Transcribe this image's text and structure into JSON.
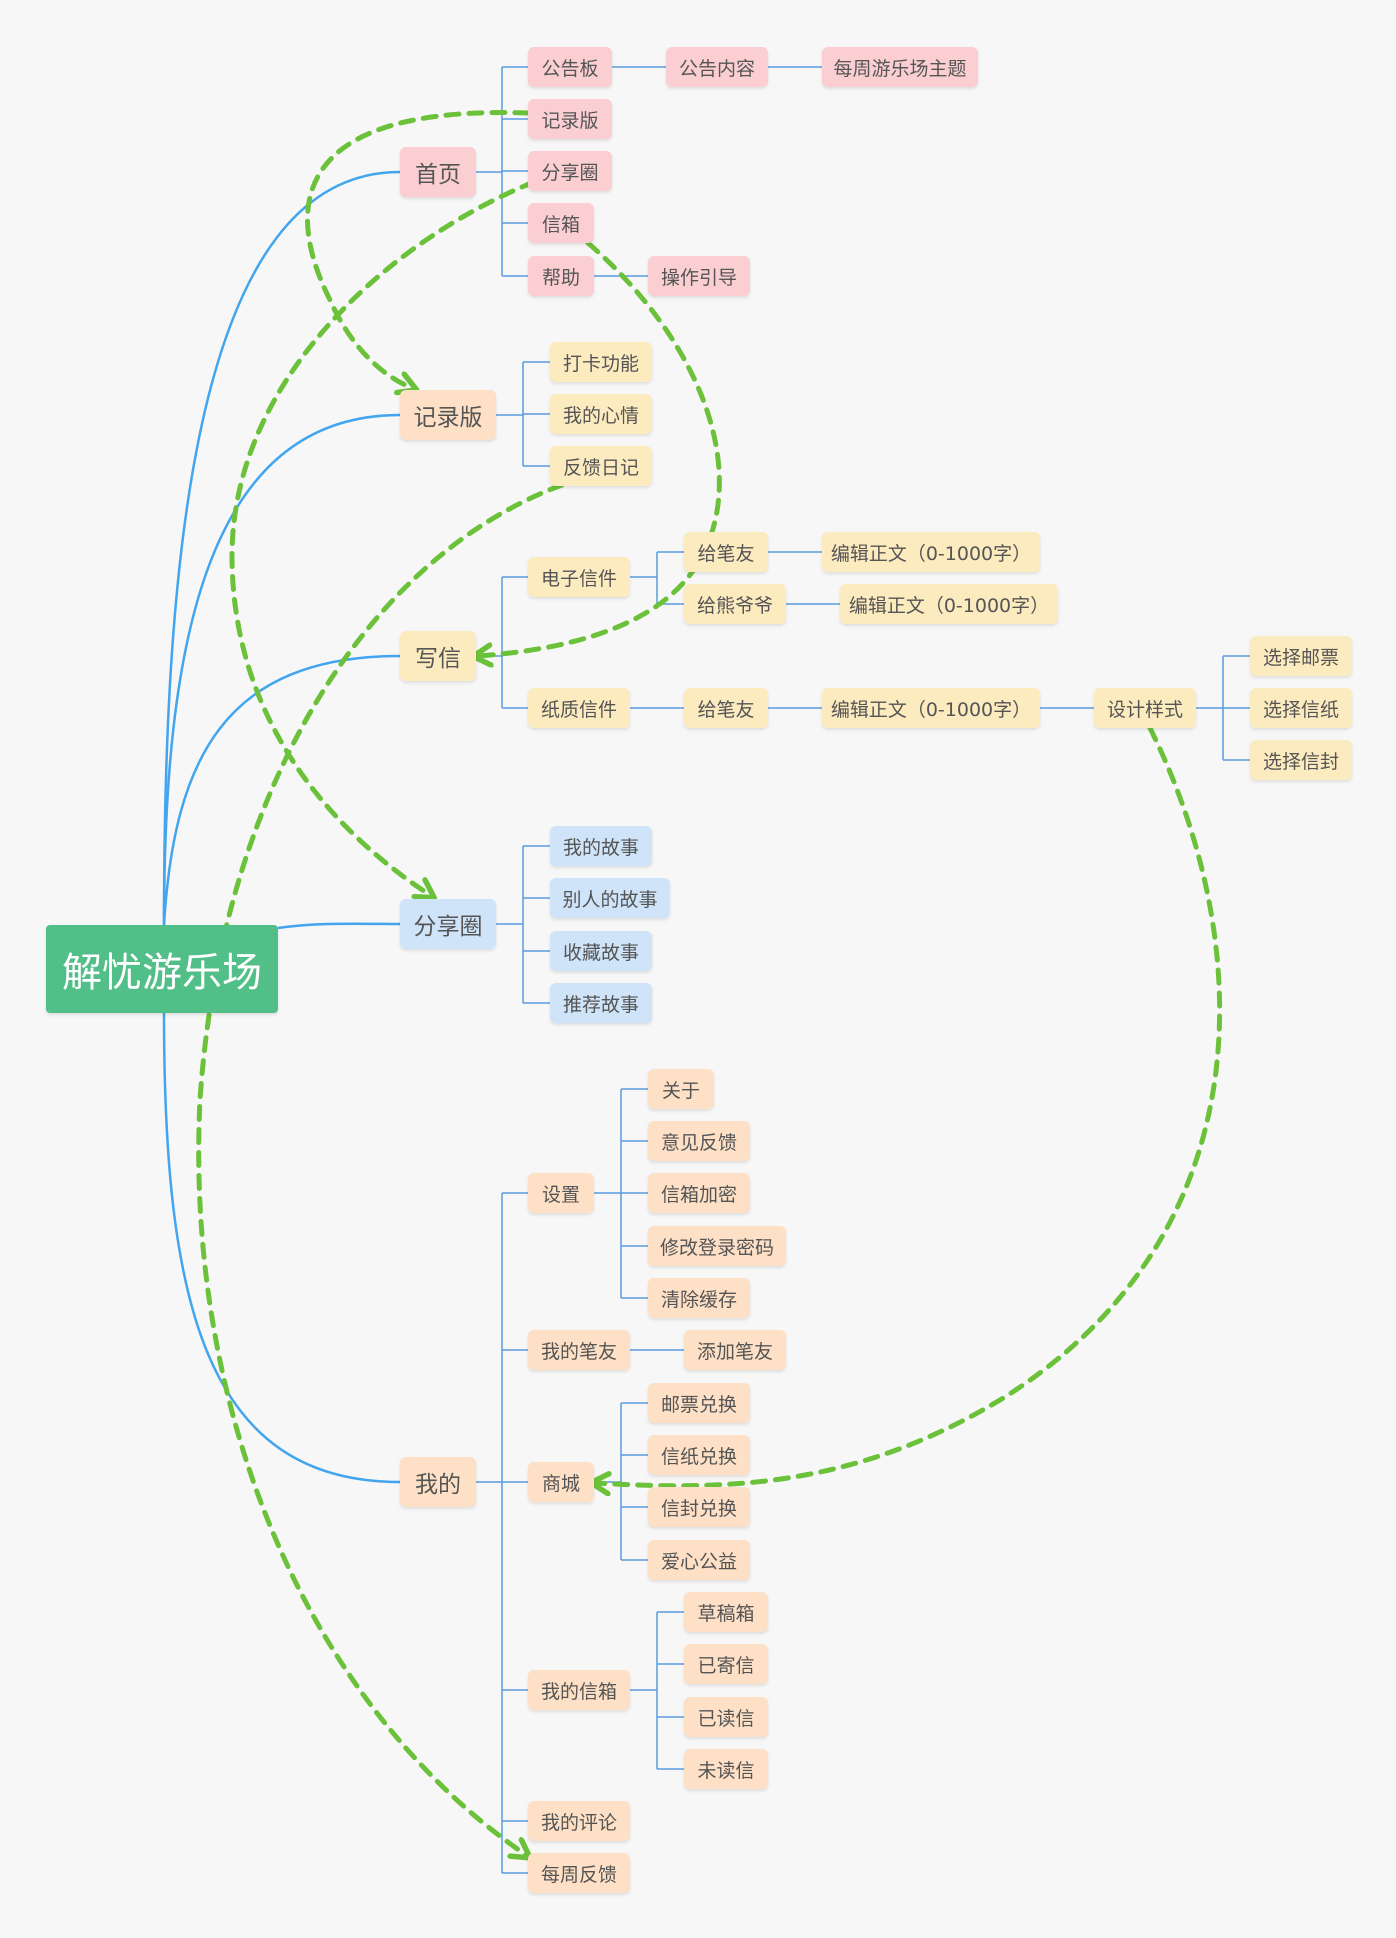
{
  "colors": {
    "root_fill": "#52bf88",
    "branch_line": "#42a5ee",
    "connector_line": "#5a9be0",
    "dashed_arrow": "#6cc13b"
  },
  "root": {
    "label": "解忧游乐场"
  },
  "branches": {
    "home": {
      "label": "首页",
      "items": {
        "board": "公告板",
        "board_content": "公告内容",
        "weekly_theme": "每周游乐场主题",
        "record": "记录版",
        "share": "分享圈",
        "mailbox": "信箱",
        "help": "帮助",
        "guide": "操作引导"
      }
    },
    "record": {
      "label": "记录版",
      "items": {
        "checkin": "打卡功能",
        "mood": "我的心情",
        "diary": "反馈日记"
      }
    },
    "write": {
      "label": "写信",
      "items": {
        "email": "电子信件",
        "to_penpal": "给笔友",
        "to_grandpa": "给熊爷爷",
        "edit_body": "编辑正文（0-1000字）",
        "paper": "纸质信件",
        "design": "设计样式",
        "choose_stamp": "选择邮票",
        "choose_paper": "选择信纸",
        "choose_envelope": "选择信封"
      }
    },
    "share": {
      "label": "分享圈",
      "items": {
        "my_story": "我的故事",
        "others_story": "别人的故事",
        "fav_story": "收藏故事",
        "rec_story": "推荐故事"
      }
    },
    "mine": {
      "label": "我的",
      "items": {
        "settings": "设置",
        "about": "关于",
        "feedback": "意见反馈",
        "encrypt": "信箱加密",
        "change_pwd": "修改登录密码",
        "clear_cache": "清除缓存",
        "penpals": "我的笔友",
        "add_penpal": "添加笔友",
        "shop": "商城",
        "stamp_ex": "邮票兑换",
        "paper_ex": "信纸兑换",
        "envelope_ex": "信封兑换",
        "charity": "爱心公益",
        "my_mailbox": "我的信箱",
        "drafts": "草稿箱",
        "sent": "已寄信",
        "read": "已读信",
        "unread": "未读信",
        "comments": "我的评论",
        "weekly_feedback": "每周反馈"
      }
    }
  }
}
